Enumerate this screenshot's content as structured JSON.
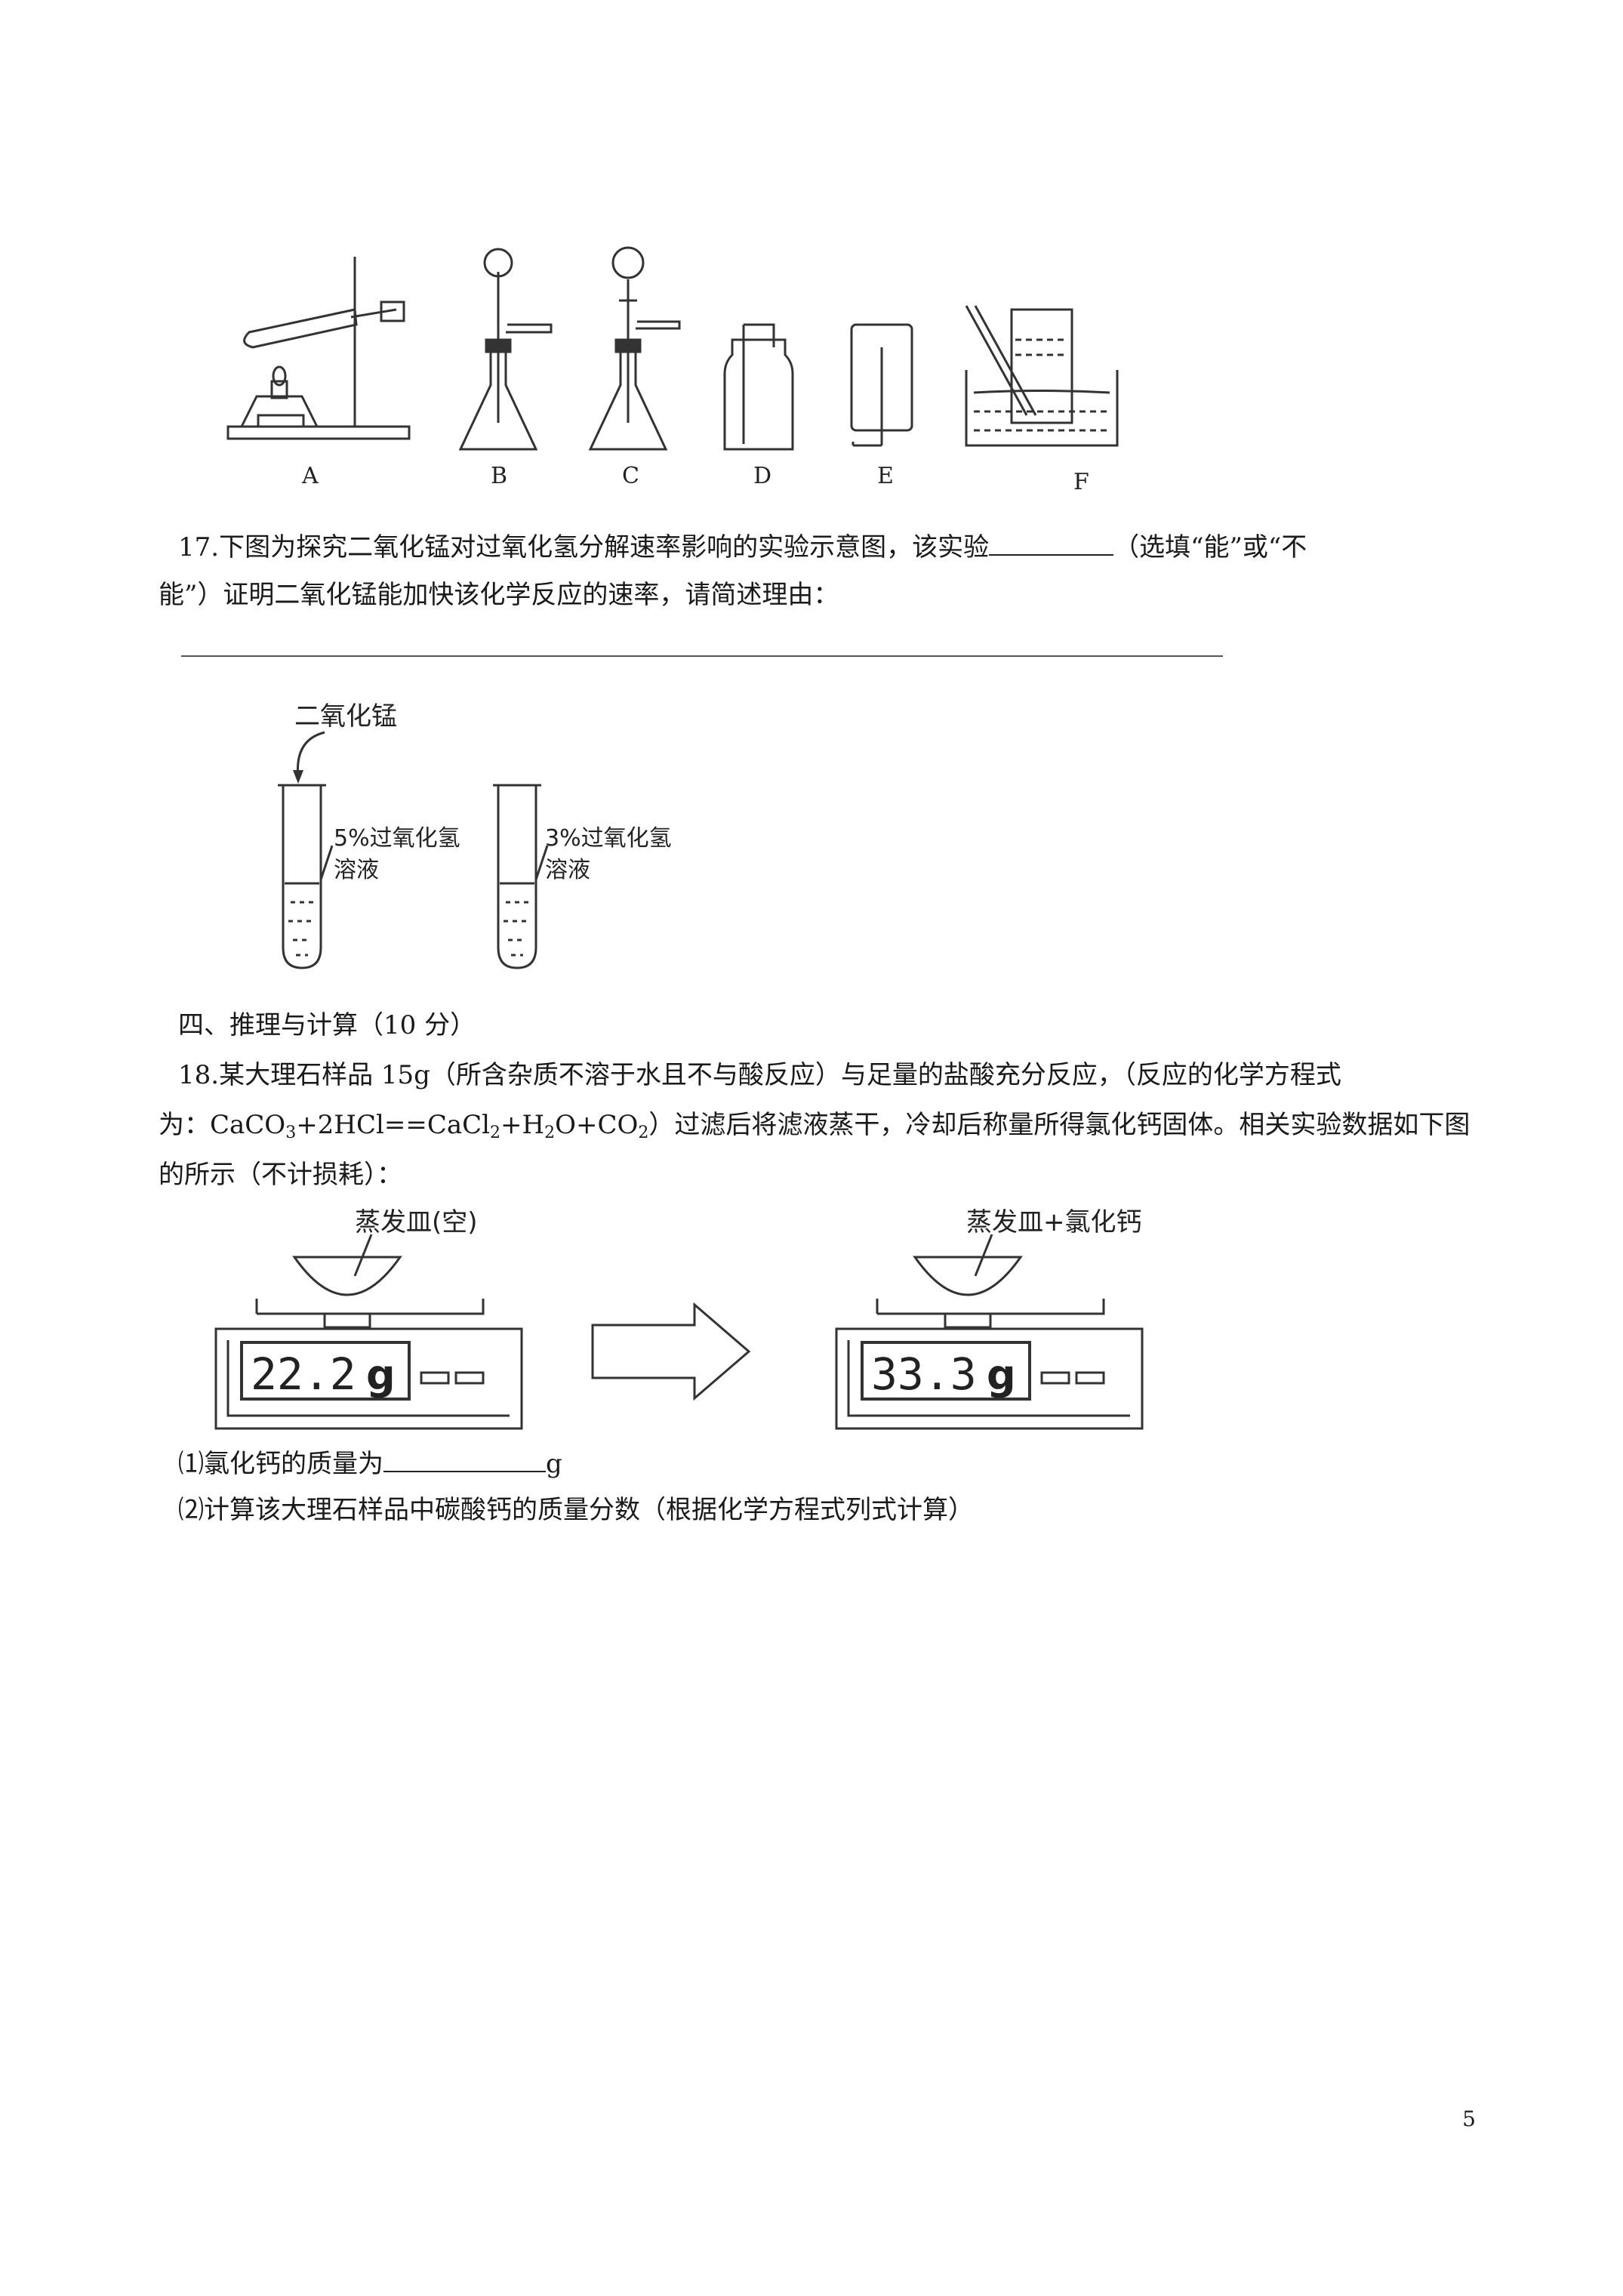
{
  "apparatus": {
    "labels": [
      "A",
      "B",
      "C",
      "D",
      "E",
      "F"
    ]
  },
  "q17": {
    "line1_prefix": "17.下图为探究二氧化锰对过氧化氢分解速率影响的实验示意图，该实验",
    "line1_suffix": "（选填“能”或“不",
    "line2": "能”）证明二氧化锰能加快该化学反应的速率，请简述理由：",
    "fig": {
      "top_label": "二氧化锰",
      "tube1_label1": "5%过氧化氢",
      "tube1_label2": "溶液",
      "tube2_label1": "3%过氧化氢",
      "tube2_label2": "溶液"
    }
  },
  "section4": {
    "heading": "四、推理与计算（10 分）"
  },
  "q18": {
    "line1": "18.某大理石样品 15g（所含杂质不溶于水且不与酸反应）与足量的盐酸充分反应，（反应的化学方程式",
    "line2_prefix": "为：CaCO",
    "line2_sub1": "3",
    "line2_mid1": "+2HCl==CaCl",
    "line2_sub2": "2",
    "line2_mid2": "+H",
    "line2_sub3": "2",
    "line2_mid3": "O+CO",
    "line2_sub4": "2",
    "line2_suffix": "）过滤后将滤液蒸干，冷却后称量所得氯化钙固体。相关实验数据如下图",
    "line3": "的所示（不计损耗）：",
    "fig": {
      "left_label": "蒸发皿(空)",
      "left_reading": "22.2",
      "right_label": "蒸发皿+氯化钙",
      "right_reading": "33.3",
      "unit": "g"
    },
    "part1_prefix": "⑴氯化钙的质量为",
    "part1_suffix": "g",
    "part2": "⑵计算该大理石样品中碳酸钙的质量分数（根据化学方程式列式计算）"
  },
  "page_number": "5"
}
